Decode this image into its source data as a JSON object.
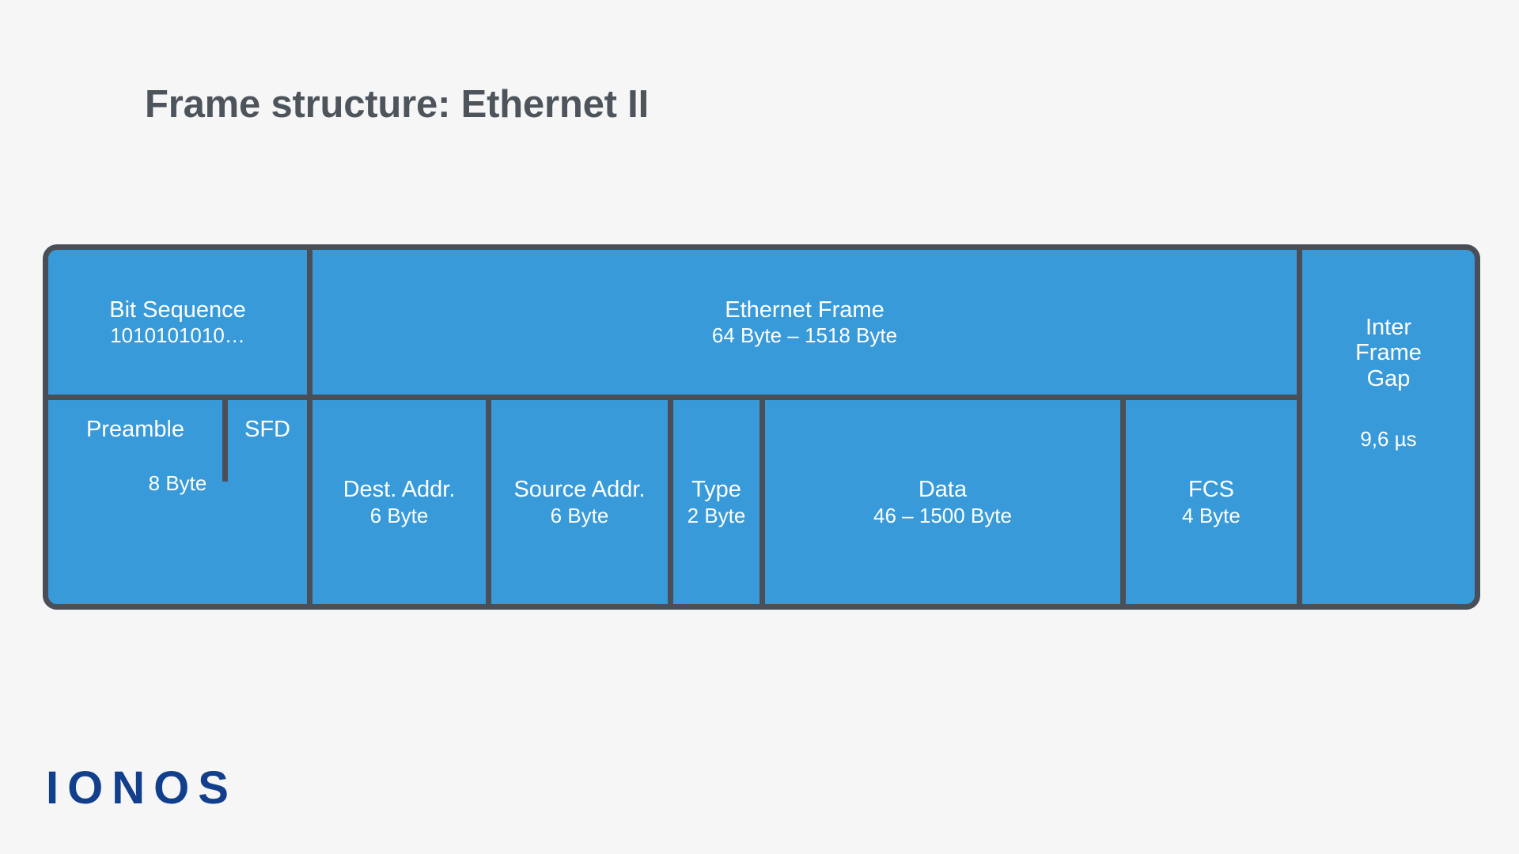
{
  "page": {
    "title": "Frame structure: Ethernet II",
    "background_color": "#f6f6f6",
    "title_color": "#4d545c"
  },
  "diagram": {
    "type": "frame-structure",
    "fill_color": "#389ad9",
    "border_color": "#4a4f57",
    "text_color": "#ffffff",
    "top_row": [
      {
        "name": "Bit Sequence",
        "size": "1010101010…"
      },
      {
        "name": "Ethernet Frame",
        "size": "64 Byte – 1518 Byte"
      }
    ],
    "bottom_row": [
      {
        "name": "Preamble",
        "size": ""
      },
      {
        "name": "SFD",
        "size": ""
      },
      {
        "name": "",
        "size": "8 Byte"
      },
      {
        "name": "Dest. Addr.",
        "size": "6 Byte"
      },
      {
        "name": "Source Addr.",
        "size": "6 Byte"
      },
      {
        "name": "Type",
        "size": "2 Byte"
      },
      {
        "name": "Data",
        "size": "46 – 1500 Byte"
      },
      {
        "name": "FCS",
        "size": "4 Byte"
      }
    ],
    "gap": {
      "name": "Inter\nFrame\nGap",
      "size": "9,6 µs"
    }
  },
  "logo": {
    "text": "IONOS",
    "color": "#123f8c"
  }
}
